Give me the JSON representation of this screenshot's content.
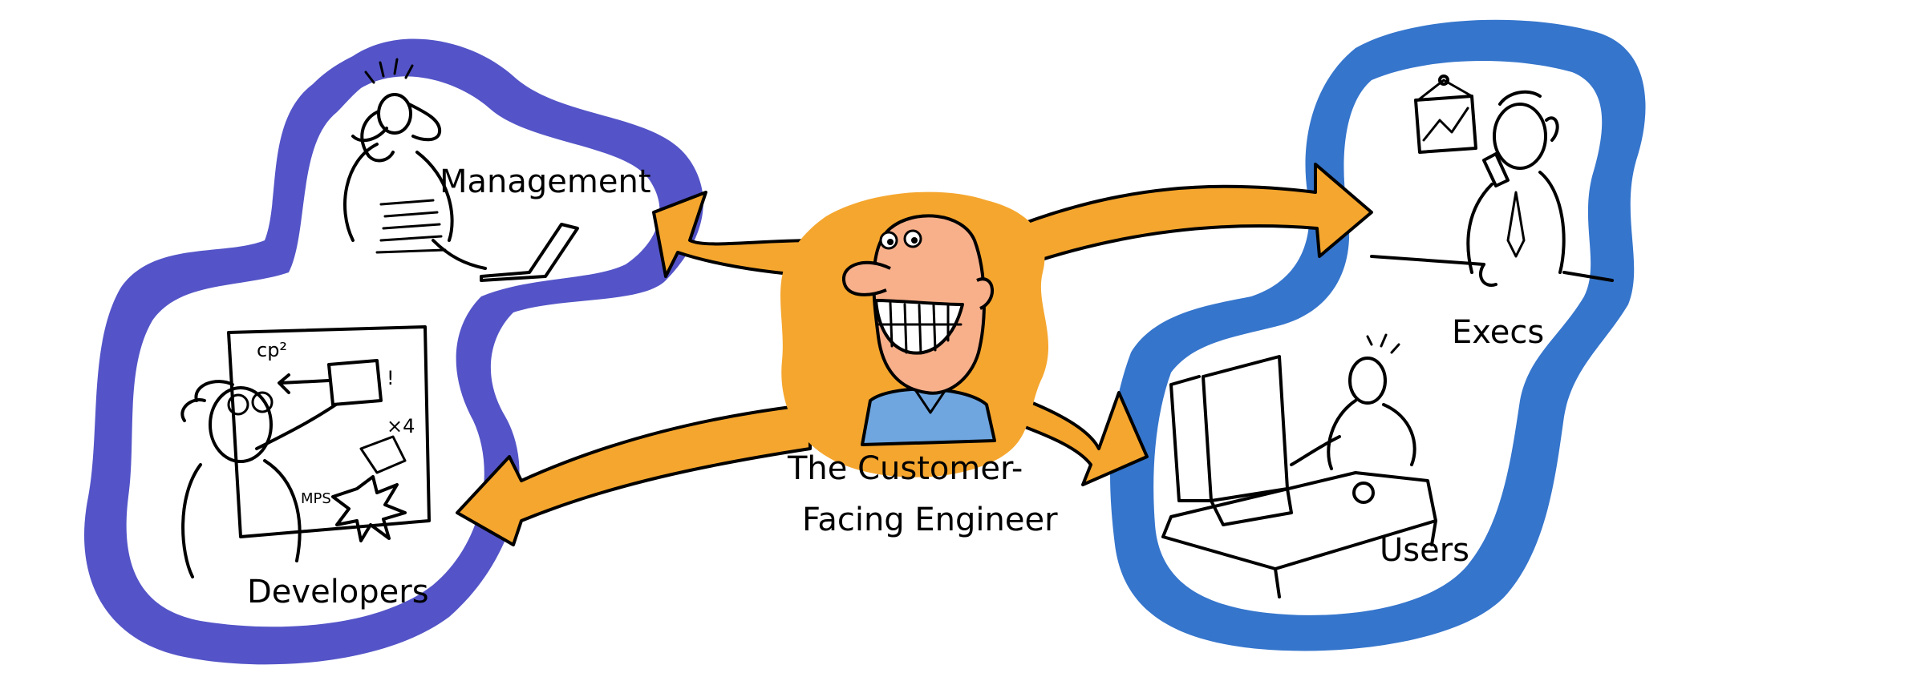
{
  "center": {
    "label_line1": "The Customer-",
    "label_line2": "Facing Engineer"
  },
  "groups": {
    "left": {
      "management": "Management",
      "developers": "Developers",
      "developer_scribbles": [
        "cp²",
        "×4",
        "MPS",
        "!"
      ]
    },
    "right": {
      "execs": "Execs",
      "users": "Users"
    }
  },
  "colors": {
    "left_blob": "#5454c8",
    "right_blob": "#3575cc",
    "arrows": "#f5a62e",
    "face": "#f8b08a",
    "shirt": "#6fa6e0"
  }
}
